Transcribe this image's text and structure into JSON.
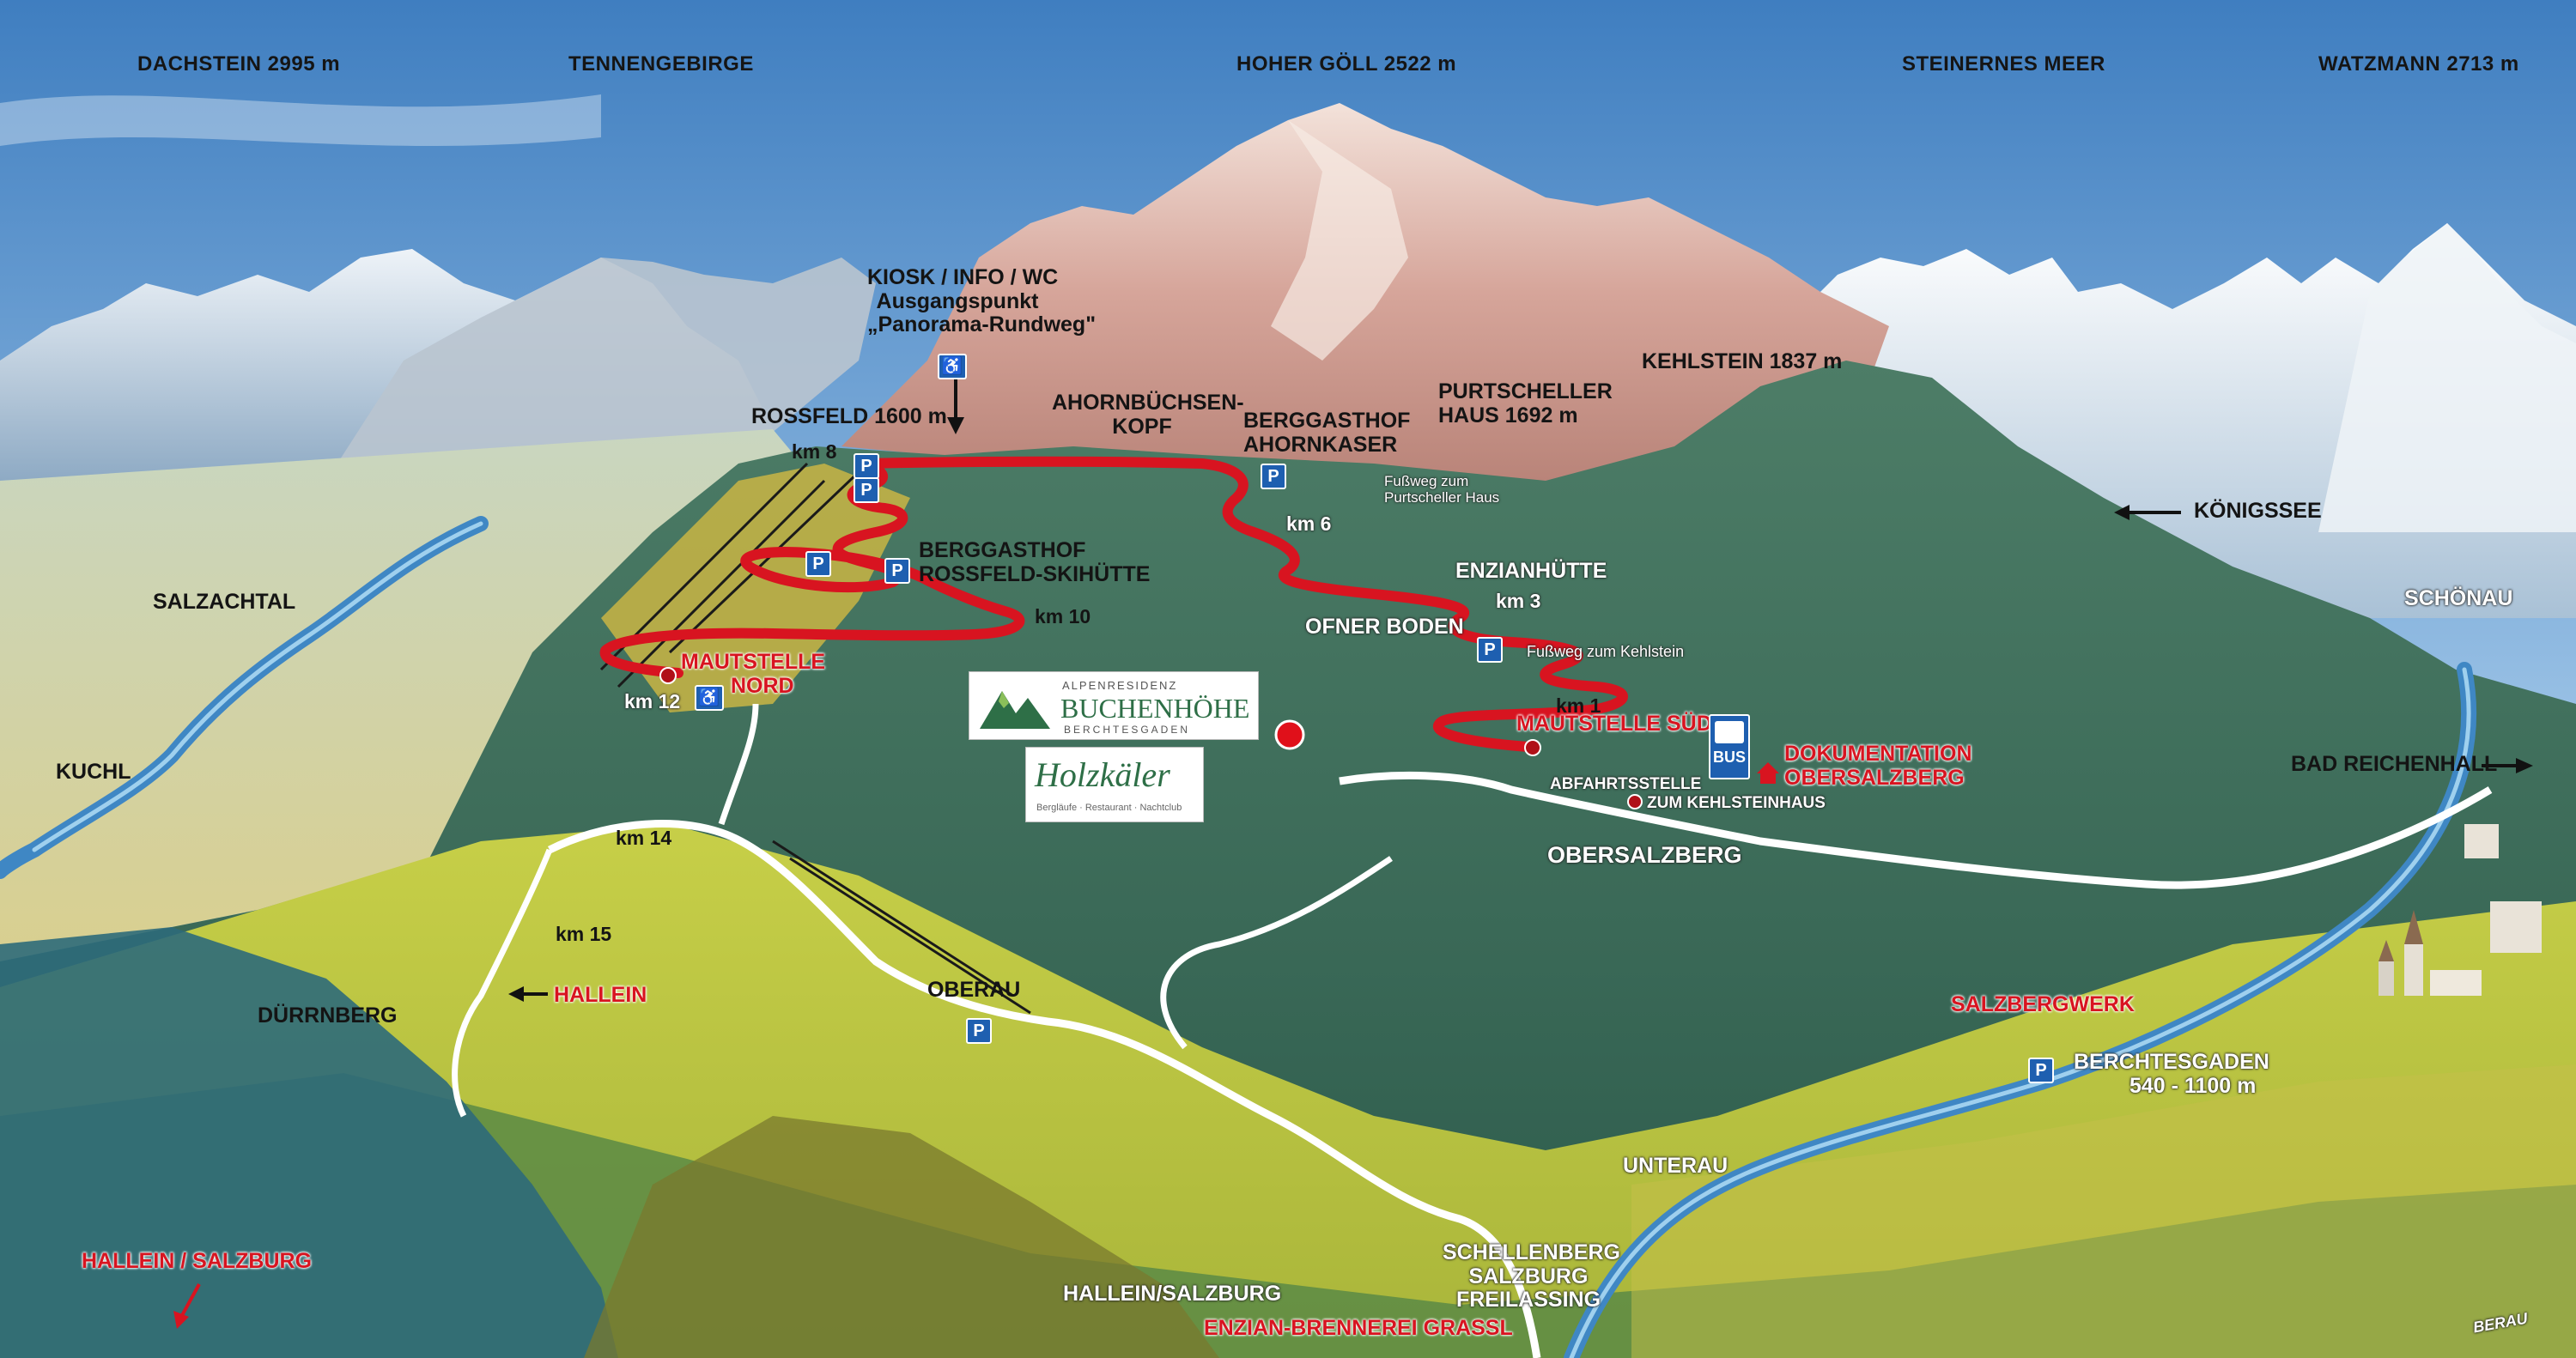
{
  "peaks": {
    "dachstein": "DACHSTEIN 2995 m",
    "tennengebirge": "TENNENGEBIRGE",
    "hoher_goell": "HOHER GÖLL 2522 m",
    "steinernes_meer": "STEINERNES MEER",
    "watzmann": "WATZMANN 2713 m"
  },
  "kiosk": {
    "line1": "KIOSK / INFO / WC",
    "line2": "Ausgangspunkt",
    "line3": "„Panorama-Rundweg\""
  },
  "places": {
    "rossfeld": "ROSSFELD 1600 m",
    "ahornbuechsen_1": "AHORNBÜCHSEN-",
    "ahornbuechsen_2": "KOPF",
    "ahornkaser_1": "BERGGASTHOF",
    "ahornkaser_2": "AHORNKASER",
    "purtscheller_1": "PURTSCHELLER",
    "purtscheller_2": "HAUS 1692 m",
    "kehlstein": "KEHLSTEIN 1837 m",
    "koenigssee": "KÖNIGSSEE",
    "schoenau": "SCHÖNAU",
    "salzachtal": "SALZACHTAL",
    "kuchl": "KUCHL",
    "skihuette_1": "BERGGASTHOF",
    "skihuette_2": "ROSSFELD-SKIHÜTTE",
    "enzianhuette": "ENZIANHÜTTE",
    "ofner_boden": "OFNER BODEN",
    "fussweg_purtscheller_1": "Fußweg zum",
    "fussweg_purtscheller_2": "Purtscheller Haus",
    "fussweg_kehlstein": "Fußweg zum Kehlstein",
    "abfahrtsstelle": "ABFAHRTSSTELLE",
    "zum_kehlsteinhaus": "ZUM KEHLSTEINHAUS",
    "obersalzberg": "OBERSALZBERG",
    "bad_reichenhall": "BAD REICHENHALL",
    "duerrnberg": "DÜRRNBERG",
    "oberau": "OBERAU",
    "berchtesgaden_1": "BERCHTESGADEN",
    "berchtesgaden_2": "540 - 1100 m",
    "unterau": "UNTERAU",
    "hallein_salzburg_bottom": "HALLEIN/SALZBURG",
    "schellenberg_1": "SCHELLENBERG",
    "schellenberg_2": "SALZBURG",
    "schellenberg_3": "FREILASSING",
    "berau": "BERAU"
  },
  "red_labels": {
    "mautstelle_nord_1": "MAUTSTELLE",
    "mautstelle_nord_2": "NORD",
    "mautstelle_sued": "MAUTSTELLE SÜD",
    "dokumentation_1": "DOKUMENTATION",
    "dokumentation_2": "OBERSALZBERG",
    "hallein": "HALLEIN",
    "salzbergwerk": "SALZBERGWERK",
    "hallein_salzburg": "HALLEIN / SALZBURG",
    "enzian": "ENZIAN-BRENNEREI GRASSL"
  },
  "km_markers": {
    "km1": "km 1",
    "km3": "km 3",
    "km6": "km 6",
    "km8": "km 8",
    "km10": "km 10",
    "km12": "km 12",
    "km14": "km 14",
    "km15": "km 15"
  },
  "parking_symbol": "P",
  "bus_label": "BUS",
  "logos": {
    "buchenhoehe_top": "ALPENRESIDENZ",
    "buchenhoehe_main": "BUCHENHÖHE",
    "buchenhoehe_sub": "BERCHTESGADEN",
    "holzkaeler_main": "Holzkäler",
    "holzkaeler_sub": "Bergläufe · Restaurant · Nachtclub"
  },
  "colors": {
    "road_red": "#d81420",
    "river_blue": "#3f87c4",
    "parking_blue": "#1e5fb0",
    "sky_top": "#3f7ec0",
    "sky_bottom": "#cfe3f2"
  }
}
